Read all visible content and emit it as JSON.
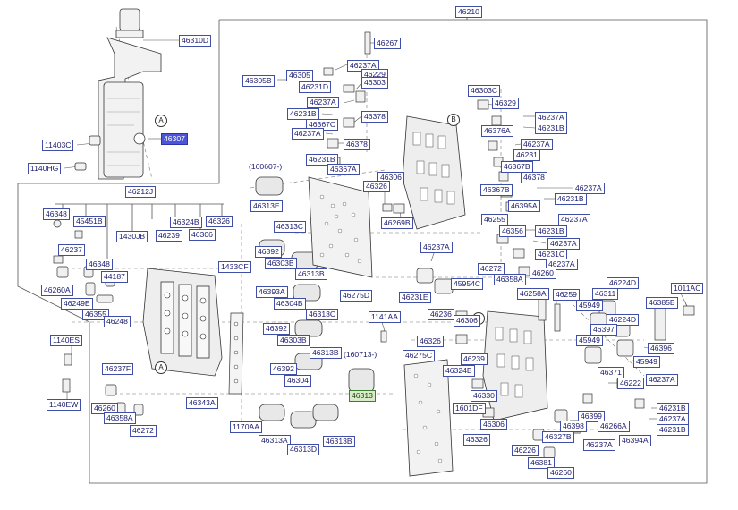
{
  "assembly_number": "46210",
  "callouts": {
    "c46310D": "46310D",
    "c46307": "46307",
    "c11403C": "11403C",
    "c1140HG": "1140HG",
    "c46267": "46267",
    "c46305": "46305",
    "c46237A_1": "46237A",
    "c46229": "46229",
    "c46305B": "46305B",
    "c46231D": "46231D",
    "c46303": "46303",
    "c46237A_2": "46237A",
    "c46231B_1": "46231B",
    "c46378_1": "46378",
    "c46367C": "46367C",
    "c46237A_3": "46237A",
    "c46378_2": "46378",
    "c46231B_2": "46231B",
    "c46367A": "46367A",
    "c46303C": "46303C",
    "c46329": "46329",
    "c46237A_4": "46237A",
    "c46231B_3": "46231B",
    "c46376A": "46376A",
    "c46237A_5": "46237A",
    "c46231": "46231",
    "c46367B_1": "46367B",
    "c46378_3": "46378",
    "c46367B_2": "46367B",
    "c46237A_6": "46237A",
    "c46231B_4": "46231B",
    "c46395A": "46395A",
    "c46255": "46255",
    "c46237A_7": "46237A",
    "c46356": "46356",
    "c46231B_5": "46231B",
    "c46237A_8": "46237A",
    "c46231C": "46231C",
    "c46237A_9": "46237A",
    "c46272_1": "46272",
    "c46358A_1": "46358A",
    "c46260_1": "46260",
    "c46306_1": "46306",
    "c46326_1": "46326",
    "c46269B": "46269B",
    "c46212J": "46212J",
    "c46348_1": "46348",
    "c45451B": "45451B",
    "c1430JB": "1430JB",
    "c46324B_1": "46324B",
    "c46326_2": "46326",
    "c46239_1": "46239",
    "c46306_2": "46306",
    "c46237": "46237",
    "c46348_2": "46348",
    "c44187": "44187",
    "c46260A": "46260A",
    "c46249E": "46249E",
    "c46355": "46355",
    "c46248": "46248",
    "c1433CF": "1433CF",
    "c1140ES": "1140ES",
    "c46237F": "46237F",
    "c1140EW": "1140EW",
    "c46260_2": "46260",
    "c46358A_2": "46358A",
    "c46272_2": "46272",
    "c46343A": "46343A",
    "c1170AA": "1170AA",
    "c160607": "(160607-)",
    "c46313E": "46313E",
    "c46313C_1": "46313C",
    "c46392_1": "46392",
    "c46303B_1": "46303B",
    "c46313B_1": "46313B",
    "c46393A": "46393A",
    "c46304B": "46304B",
    "c46313C_2": "46313C",
    "c46392_2": "46392",
    "c46303B_2": "46303B",
    "c46313B_2": "46313B",
    "c46392_3": "46392",
    "c46304": "46304",
    "c160713": "(160713-)",
    "c46313": "46313",
    "c46313A": "46313A",
    "c46313D": "46313D",
    "c46313B_3": "46313B",
    "c46275D": "46275D",
    "c46237A_10": "46237A",
    "c46231E": "46231E",
    "c45954C": "45954C",
    "c46236": "46236",
    "c46306_3": "46306",
    "c1141AA": "1141AA",
    "c46326_3": "46326",
    "c46275C": "46275C",
    "c46239_2": "46239",
    "c46324B_2": "46324B",
    "c46330": "46330",
    "c1601DF": "1601DF",
    "c46306_4": "46306",
    "c46326_4": "46326",
    "c46258A": "46258A",
    "c46259": "46259",
    "c46224D_1": "46224D",
    "c46311": "46311",
    "c1011AC": "1011AC",
    "c46385B": "46385B",
    "c45949_1": "45949",
    "c46224D_2": "46224D",
    "c46397": "46397",
    "c45949_2": "45949",
    "c46396": "46396",
    "c45949_3": "45949",
    "c46371": "46371",
    "c46222": "46222",
    "c46237A_11": "46237A",
    "c46231B_6": "46231B",
    "c46399": "46399",
    "c46237A_12": "46237A",
    "c46398": "46398",
    "c46266A": "46266A",
    "c46231B_7": "46231B",
    "c46327B": "46327B",
    "c46394A": "46394A",
    "c46237A_13": "46237A",
    "c46226": "46226",
    "c46381": "46381",
    "c46260_3": "46260",
    "marker_a": "A",
    "marker_b": "B"
  },
  "colors": {
    "label_text": "#1a1a6e",
    "label_border": "#3f4fa8",
    "highlight_fill": "#4b55d6",
    "green_fill": "#d9ecc8",
    "line": "#555555",
    "part_stroke": "#333333",
    "part_fill": "#f2f2f2"
  }
}
